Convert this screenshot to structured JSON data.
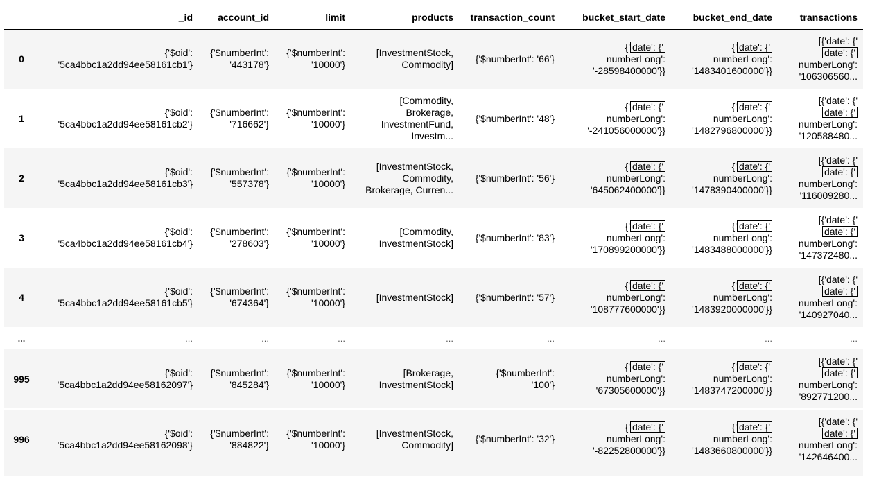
{
  "columns": [
    "",
    "_id",
    "account_id",
    "limit",
    "products",
    "transaction_count",
    "bucket_start_date",
    "bucket_end_date",
    "transactions"
  ],
  "rows": [
    {
      "index": "0",
      "id": [
        "{'$oid':",
        "'5ca4bbc1a2dd94ee58161cb1'}"
      ],
      "account": [
        "{'$numberInt':",
        "'443178'}"
      ],
      "limit": [
        "{'$numberInt':",
        "'10000'}"
      ],
      "products": [
        "[InvestmentStock,",
        "Commodity]"
      ],
      "count": [
        "{'$numberInt': '66'}"
      ],
      "start": [
        "{'",
        "date': {'",
        "numberLong':",
        "'-28598400000'}}"
      ],
      "end": [
        "{'",
        "date': {'",
        "numberLong':",
        "'1483401600000'}}"
      ],
      "tx": [
        "[{'date': {'",
        "date': {'",
        "numberLong':",
        "'106306560..."
      ]
    },
    {
      "index": "1",
      "id": [
        "{'$oid':",
        "'5ca4bbc1a2dd94ee58161cb2'}"
      ],
      "account": [
        "{'$numberInt':",
        "'716662'}"
      ],
      "limit": [
        "{'$numberInt':",
        "'10000'}"
      ],
      "products": [
        "[Commodity,",
        "Brokerage,",
        "InvestmentFund,",
        "Investm..."
      ],
      "count": [
        "{'$numberInt': '48'}"
      ],
      "start": [
        "{'",
        "date': {'",
        "numberLong':",
        "'-241056000000'}}"
      ],
      "end": [
        "{'",
        "date': {'",
        "numberLong':",
        "'1482796800000'}}"
      ],
      "tx": [
        "[{'date': {'",
        "date': {'",
        "numberLong':",
        "'120588480..."
      ]
    },
    {
      "index": "2",
      "id": [
        "{'$oid':",
        "'5ca4bbc1a2dd94ee58161cb3'}"
      ],
      "account": [
        "{'$numberInt':",
        "'557378'}"
      ],
      "limit": [
        "{'$numberInt':",
        "'10000'}"
      ],
      "products": [
        "[InvestmentStock,",
        "Commodity,",
        "Brokerage, Curren..."
      ],
      "count": [
        "{'$numberInt': '56'}"
      ],
      "start": [
        "{'",
        "date': {'",
        "numberLong':",
        "'645062400000'}}"
      ],
      "end": [
        "{'",
        "date': {'",
        "numberLong':",
        "'1478390400000'}}"
      ],
      "tx": [
        "[{'date': {'",
        "date': {'",
        "numberLong':",
        "'116009280..."
      ]
    },
    {
      "index": "3",
      "id": [
        "{'$oid':",
        "'5ca4bbc1a2dd94ee58161cb4'}"
      ],
      "account": [
        "{'$numberInt':",
        "'278603'}"
      ],
      "limit": [
        "{'$numberInt':",
        "'10000'}"
      ],
      "products": [
        "[Commodity,",
        "InvestmentStock]"
      ],
      "count": [
        "{'$numberInt': '83'}"
      ],
      "start": [
        "{'",
        "date': {'",
        "numberLong':",
        "'170899200000'}}"
      ],
      "end": [
        "{'",
        "date': {'",
        "numberLong':",
        "'1483488000000'}}"
      ],
      "tx": [
        "[{'date': {'",
        "date': {'",
        "numberLong':",
        "'147372480..."
      ]
    },
    {
      "index": "4",
      "id": [
        "{'$oid':",
        "'5ca4bbc1a2dd94ee58161cb5'}"
      ],
      "account": [
        "{'$numberInt':",
        "'674364'}"
      ],
      "limit": [
        "{'$numberInt':",
        "'10000'}"
      ],
      "products": [
        "[InvestmentStock]"
      ],
      "count": [
        "{'$numberInt': '57'}"
      ],
      "start": [
        "{'",
        "date': {'",
        "numberLong':",
        "'108777600000'}}"
      ],
      "end": [
        "{'",
        "date': {'",
        "numberLong':",
        "'1483920000000'}}"
      ],
      "tx": [
        "[{'date': {'",
        "date': {'",
        "numberLong':",
        "'140927040..."
      ]
    }
  ],
  "ellipsis": "...",
  "tail_rows": [
    {
      "index": "995",
      "id": [
        "{'$oid':",
        "'5ca4bbc1a2dd94ee58162097'}"
      ],
      "account": [
        "{'$numberInt':",
        "'845284'}"
      ],
      "limit": [
        "{'$numberInt':",
        "'10000'}"
      ],
      "products": [
        "[Brokerage,",
        "InvestmentStock]"
      ],
      "count": [
        "{'$numberInt':",
        "'100'}"
      ],
      "start": [
        "{'",
        "date': {'",
        "numberLong':",
        "'67305600000'}}"
      ],
      "end": [
        "{'",
        "date': {'",
        "numberLong':",
        "'1483747200000'}}"
      ],
      "tx": [
        "[{'date': {'",
        "date': {'",
        "numberLong':",
        "'892771200..."
      ]
    },
    {
      "index": "996",
      "id": [
        "{'$oid':",
        "'5ca4bbc1a2dd94ee58162098'}"
      ],
      "account": [
        "{'$numberInt':",
        "'884822'}"
      ],
      "limit": [
        "{'$numberInt':",
        "'10000'}"
      ],
      "products": [
        "[InvestmentStock,",
        "Commodity]"
      ],
      "count": [
        "{'$numberInt': '32'}"
      ],
      "start": [
        "{'",
        "date': {'",
        "numberLong':",
        "'-82252800000'}}"
      ],
      "end": [
        "{'",
        "date': {'",
        "numberLong':",
        "'1483660800000'}}"
      ],
      "tx": [
        "[{'date': {'",
        "date': {'",
        "numberLong':",
        "'142646400..."
      ]
    }
  ]
}
